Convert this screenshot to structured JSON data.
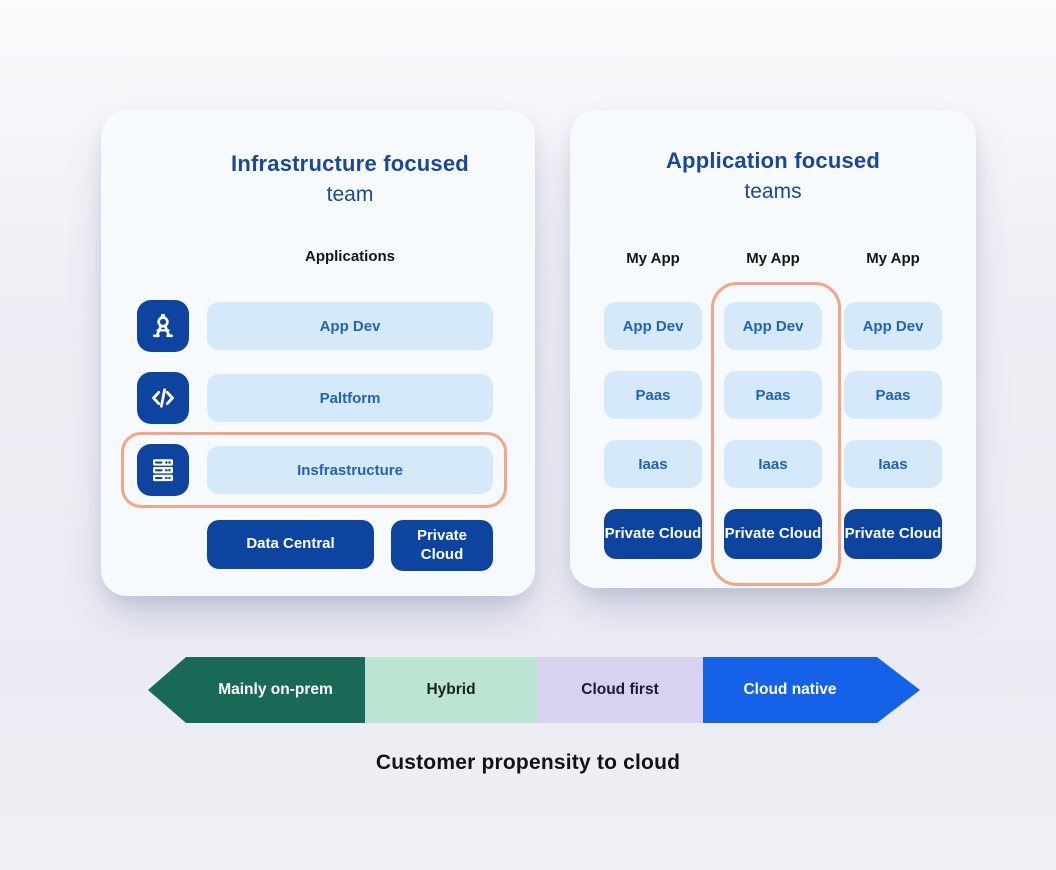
{
  "page": {
    "caption": "Customer propensity to cloud"
  },
  "left_panel": {
    "title_bold": "Infrastructure focused",
    "title_light": "team",
    "column_header": "Applications",
    "rows": [
      {
        "icon": "user-icon",
        "label": "App Dev",
        "highlighted": false
      },
      {
        "icon": "code-icon",
        "label": "Paltform",
        "highlighted": false
      },
      {
        "icon": "server-icon",
        "label": "Insfrastructure",
        "highlighted": true
      }
    ],
    "footer_buttons": [
      {
        "label": "Data Central"
      },
      {
        "label": "Private Cloud"
      }
    ]
  },
  "right_panel": {
    "title_bold": "Application focused",
    "title_light": "teams",
    "columns": [
      {
        "header": "My App",
        "highlighted": false,
        "boxes": [
          "App Dev",
          "Paas",
          "Iaas"
        ],
        "footer": "Private Cloud"
      },
      {
        "header": "My App",
        "highlighted": true,
        "boxes": [
          "App Dev",
          "Paas",
          "Iaas"
        ],
        "footer": "Private Cloud"
      },
      {
        "header": "My App",
        "highlighted": false,
        "boxes": [
          "App Dev",
          "Paas",
          "Iaas"
        ],
        "footer": "Private Cloud"
      }
    ]
  },
  "spectrum": {
    "segments": [
      {
        "label": "Mainly on-prem",
        "color": "#186a57",
        "text_color": "#ffffff"
      },
      {
        "label": "Hybrid",
        "color": "#bce4d3",
        "text_color": "#17251f"
      },
      {
        "label": "Cloud first",
        "color": "#d8d2f0",
        "text_color": "#1c1a2e"
      },
      {
        "label": "Cloud native",
        "color": "#1562e8",
        "text_color": "#ffffff"
      }
    ]
  },
  "colors": {
    "title_blue": "#1b4796",
    "dark_blue": "#0d44a0",
    "light_box_bg": "#d4e9fa",
    "light_box_text": "#2463b5",
    "header_text": "#161616",
    "highlight_ring": "#f4a585",
    "panel_bg": "#f6fafd"
  }
}
